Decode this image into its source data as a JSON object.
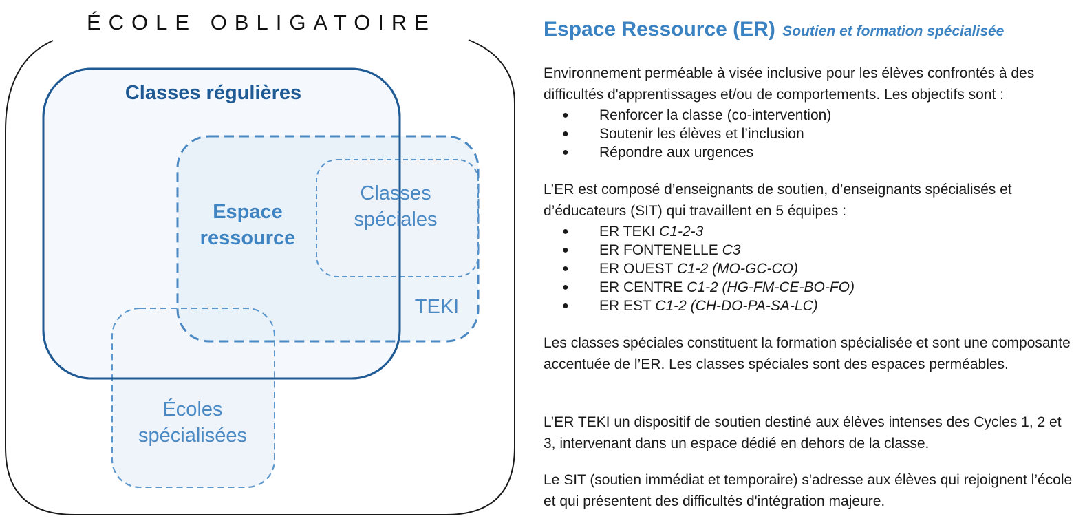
{
  "diagram": {
    "outer_title": "ÉCOLE OBLIGATOIRE",
    "regular_classes": "Classes régulières",
    "resource_space": [
      "Espace",
      "ressource"
    ],
    "special_classes": [
      "Classes",
      "spéciales"
    ],
    "teki": "TEKI",
    "specialized_schools": [
      "Écoles",
      "spécialisées"
    ],
    "colors": {
      "outer_stroke": "#1a1a1a",
      "regular_stroke": "#1f5a94",
      "regular_fill": "#f3f7fb",
      "er_stroke": "#4a89c4",
      "er_fill": "#e6eff8",
      "special_stroke": "#5a95cb",
      "special_fill": "#eef4fa"
    }
  },
  "panel": {
    "heading": "Espace Ressource (ER)",
    "subheading": "Soutien et formation spécialisée",
    "intro": "Environnement perméable à visée inclusive pour les élèves confrontés à des difficultés d'apprentissages et/ou de comportements. Les objectifs sont :",
    "objectives": [
      "Renforcer la classe (co-intervention)",
      "Soutenir les élèves et l’inclusion",
      "Répondre aux urgences"
    ],
    "composition": "L’ER est composé d’enseignants de soutien, d’enseignants spécialisés et d’éducateurs (SIT) qui travaillent en 5 équipes :",
    "teams": [
      {
        "name": "ER TEKI",
        "detail": "C1-2-3"
      },
      {
        "name": "ER FONTENELLE",
        "detail": "C3"
      },
      {
        "name": "ER OUEST",
        "detail": "C1-2 (MO-GC-CO)"
      },
      {
        "name": "ER CENTRE",
        "detail": "C1-2 (HG-FM-CE-BO-FO)"
      },
      {
        "name": "ER EST",
        "detail": "C1-2 (CH-DO-PA-SA-LC)"
      }
    ],
    "special_classes_text": "Les classes spéciales constituent la formation spécialisée et sont une composante accentuée de l’ER. Les classes spéciales sont des espaces perméables.",
    "teki_text": "L’ER TEKI un dispositif de soutien destiné aux élèves intenses des Cycles 1, 2 et 3, intervenant dans un espace dédié en dehors de la classe.",
    "sit_text": "Le SIT (soutien immédiat et temporaire) s'adresse aux élèves qui rejoignent l’école et qui présentent des difficultés d'intégration majeure.",
    "bullet": "●"
  }
}
